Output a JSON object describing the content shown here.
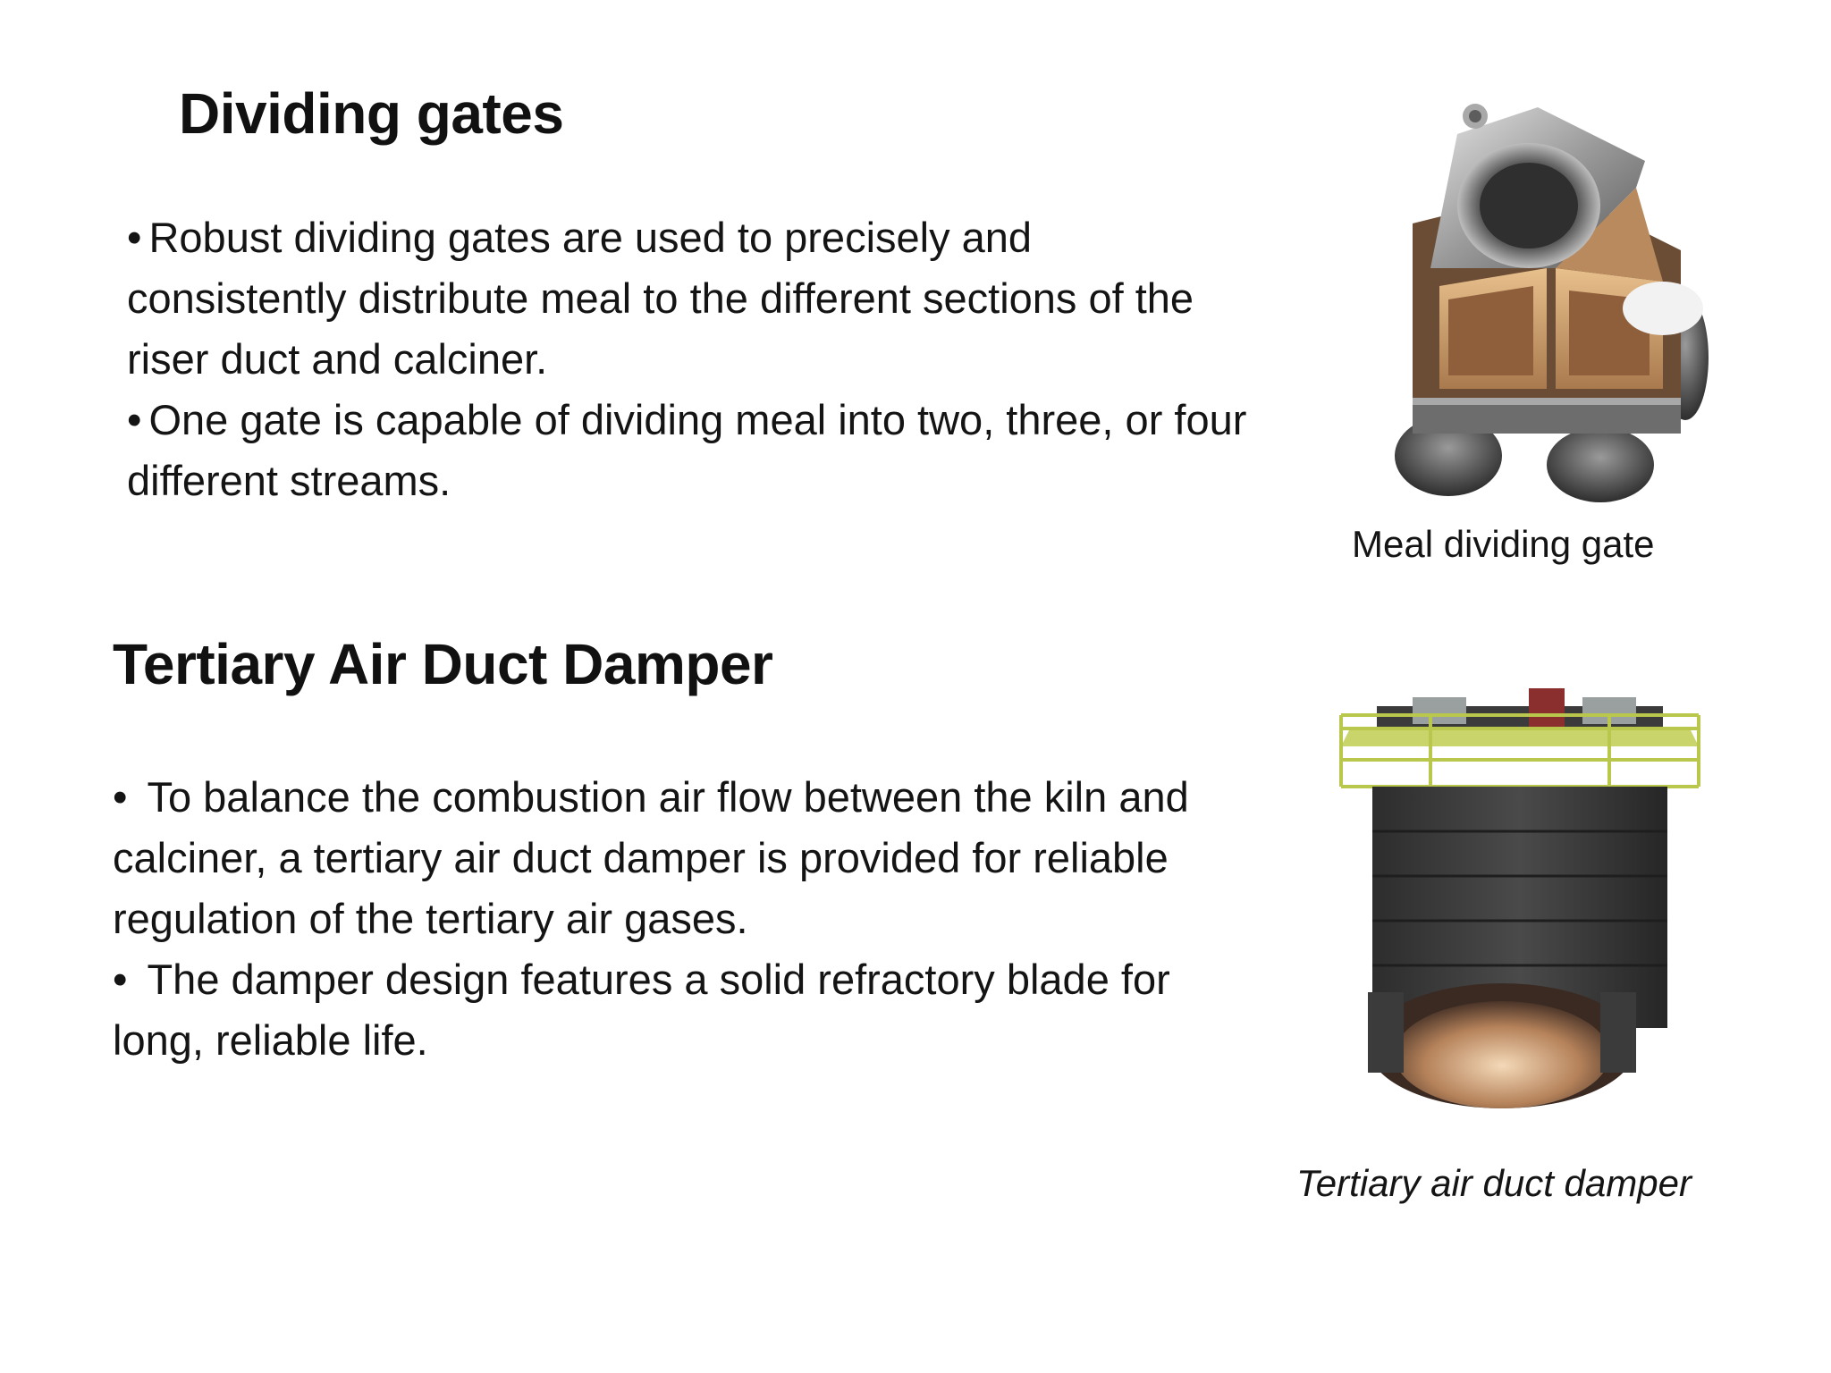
{
  "section1": {
    "heading": "Dividing gates",
    "bullets": [
      "Robust dividing gates are used to precisely and consistently distribute meal to the different sections of the riser duct and calciner.",
      "One gate is capable of dividing meal into two, three, or four different streams."
    ],
    "caption": "Meal dividing gate"
  },
  "section2": {
    "heading": "Tertiary Air Duct Damper",
    "bullets": [
      "To balance the combustion air flow between the kiln and calciner, a tertiary air duct damper is provided for reliable regulation of the tertiary air gases.",
      "The damper design features a solid refractory blade for long, reliable life."
    ],
    "caption": "Tertiary air duct damper"
  },
  "bullet_glyph": "•"
}
